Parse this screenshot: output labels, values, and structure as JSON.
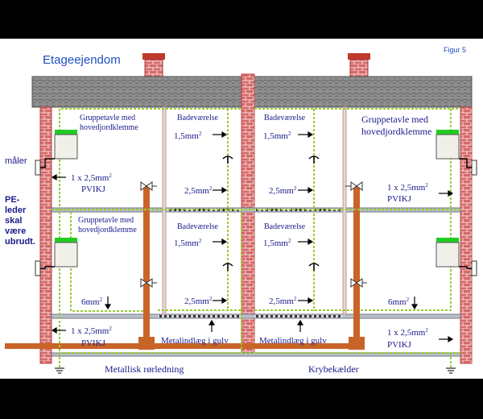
{
  "title": "Etageejendom",
  "figure_label": "Figur 5",
  "left_labels": {
    "maaler": "måler",
    "pe_lines": [
      "PE-",
      "leder",
      "skal",
      "være",
      "ubrudt."
    ]
  },
  "panels": {
    "top_left": [
      "Gruppetavle med",
      "hovedjordklemme"
    ],
    "mid_left": [
      "Gruppetavle med",
      "hovedjordklemme"
    ],
    "top_right": [
      "Gruppetavle med",
      "hovedjordklemme"
    ]
  },
  "rooms": {
    "bath": "Badeværelse"
  },
  "cables": {
    "mm15_base": "1,5mm",
    "mm25_base": "2,5mm",
    "mm6_base": "6mm",
    "sup": "2",
    "pvikj_line1_prefix": "1 x 2,5mm",
    "pvikj_line2": "PVIKJ"
  },
  "floor_labels": {
    "inlay": "Metalindlæg i gulv"
  },
  "bottom_labels": {
    "metallic_pipe": "Metallisk rørledning",
    "crawlspace": "Krybekælder"
  },
  "colors": {
    "roof": "#8c8c8c",
    "brick": "#c85050",
    "pipe": "#c86428",
    "green_conductor": "#9acd32",
    "panel_top": "#22cc22"
  }
}
